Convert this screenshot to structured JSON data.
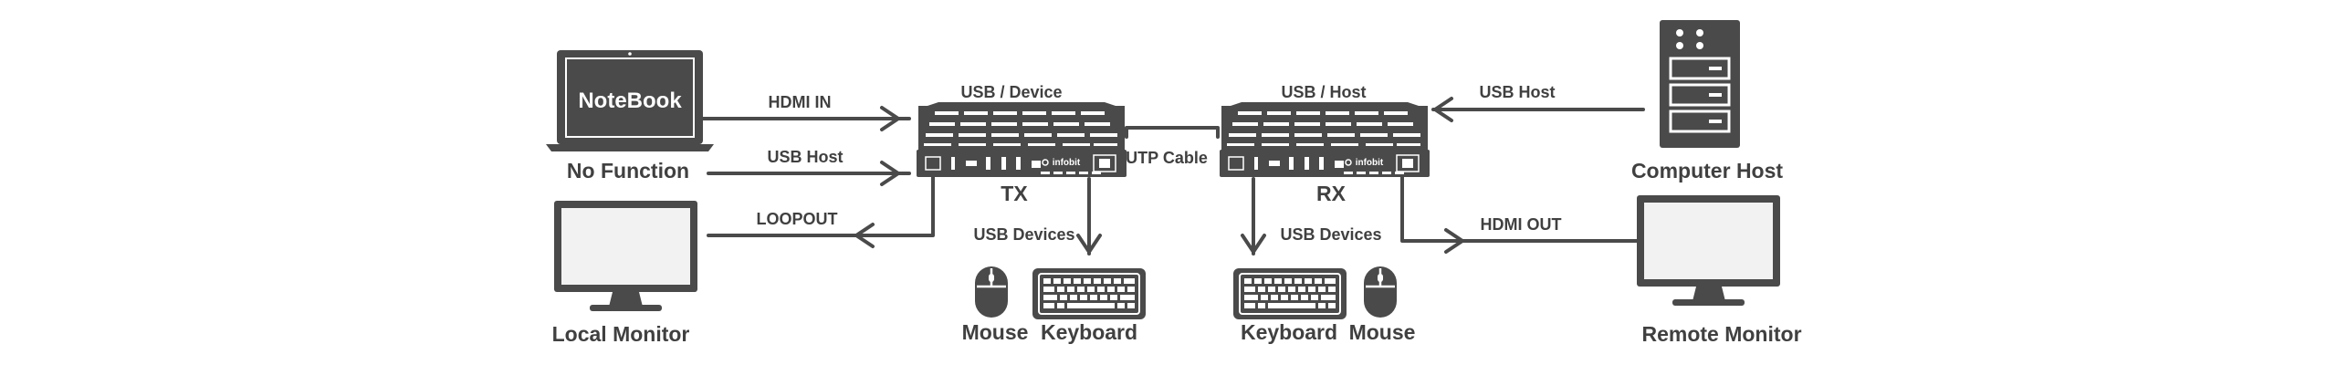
{
  "devices": {
    "notebook": {
      "screen_text": "NoteBook"
    },
    "no_function": "No Function",
    "local_monitor": "Local Monitor",
    "tx": {
      "name": "TX",
      "brand": "infobit"
    },
    "rx": {
      "name": "RX",
      "brand": "infobit"
    },
    "computer_host": "Computer Host",
    "remote_monitor": "Remote Monitor",
    "tx_mouse": "Mouse",
    "tx_keyboard": "Keyboard",
    "rx_keyboard": "Keyboard",
    "rx_mouse": "Mouse"
  },
  "connections": {
    "hdmi_in": "HDMI IN",
    "usb_host_left": "USB Host",
    "loopout": "LOOPOUT",
    "usb_device_tx": "USB / Device",
    "utp_cable": "UTP Cable",
    "usb_host_rx": "USB / Host",
    "usb_host_right": "USB Host",
    "hdmi_out": "HDMI OUT",
    "usb_devices_tx": "USB Devices",
    "usb_devices_rx": "USB Devices"
  },
  "colors": {
    "device": "#4a4a4a",
    "line": "#4a4a4a",
    "text": "#404040",
    "light": "#ffffff"
  }
}
